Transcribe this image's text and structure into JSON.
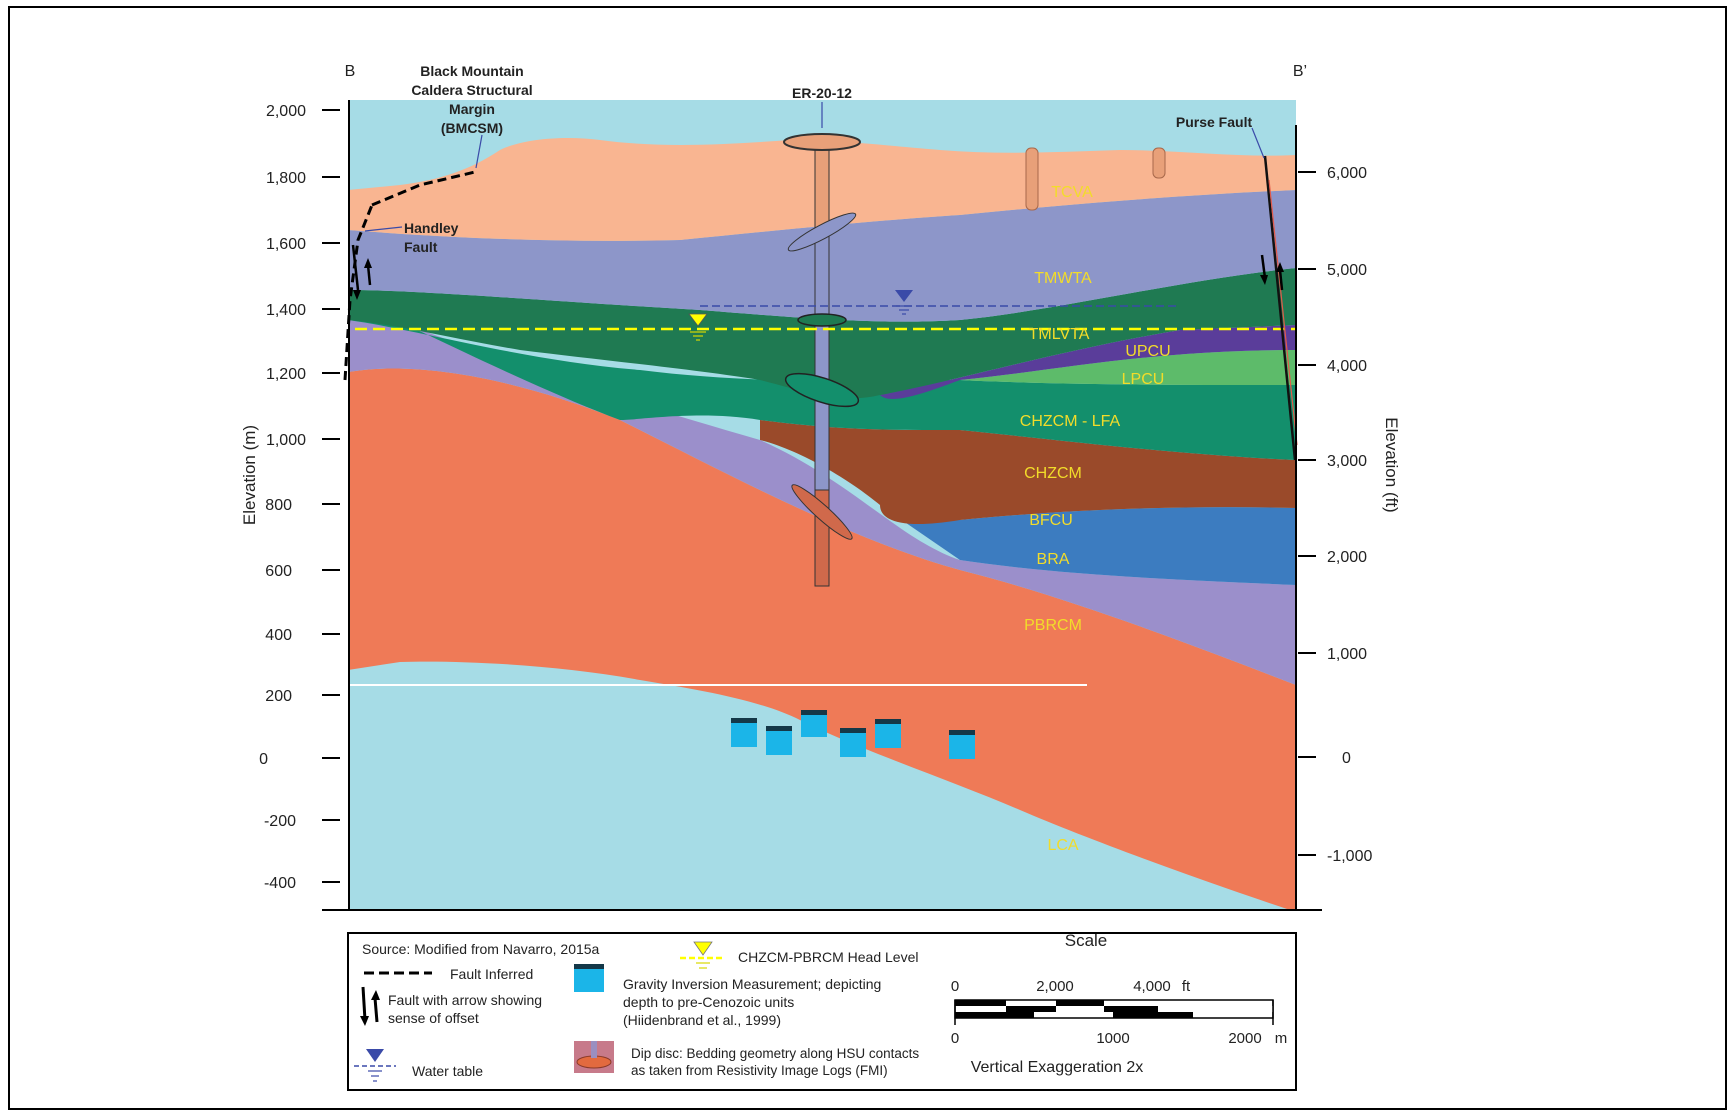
{
  "section": {
    "left_label": "B",
    "right_label": "B’",
    "left_axis_label": "Elevation (m)",
    "right_axis_label": "Elevation (ft)",
    "left_ticks": [
      "2,000",
      "1,800",
      "1,600",
      "1,400",
      "1,200",
      "1,000",
      "800",
      "600",
      "400",
      "200",
      "0",
      "-200",
      "-400"
    ],
    "right_ticks": [
      "6,000",
      "5,000",
      "4,000",
      "3,000",
      "2,000",
      "1,000",
      "0",
      "-1,000"
    ]
  },
  "annotations": {
    "bmcsm_line1": "Black Mountain",
    "bmcsm_line2": "Caldera Structural",
    "bmcsm_line3": "Margin",
    "bmcsm_line4": "(BMCSM)",
    "handley_line1": "Handley",
    "handley_line2": "Fault",
    "well": "ER-20-12",
    "purse_fault": "Purse Fault"
  },
  "units": {
    "tcva": "TCVA",
    "tmwta": "TMWTA",
    "tmlvta": "TMLVTA",
    "upcu": "UPCU",
    "lpcu": "LPCU",
    "chzcm_lfa": "CHZCM - LFA",
    "chzcm": "CHZCM",
    "bfcu": "BFCU",
    "bra": "BRA",
    "pbrcm": "PBRCM",
    "lca": "LCA"
  },
  "legend": {
    "source": "Source: Modified from Navarro, 2015a",
    "fault_inferred": "Fault Inferred",
    "fault_arrow_line1": "Fault with arrow showing",
    "fault_arrow_line2": "sense of offset",
    "water_table": "Water table",
    "head_level": "CHZCM-PBRCM Head Level",
    "gravity_line1": "Gravity Inversion Measurement; depicting",
    "gravity_line2": "depth to pre-Cenozoic units",
    "gravity_line3": "(Hiidenbrand et al., 1999)",
    "dip_line1": "Dip disc: Bedding geometry along HSU contacts",
    "dip_line2": "as taken from Resistivity Image Logs (FMI)"
  },
  "scale": {
    "title": "Scale",
    "ft_ticks": [
      "0",
      "2,000",
      "4,000"
    ],
    "ft_unit": "ft",
    "m_ticks": [
      "0",
      "1000",
      "2000"
    ],
    "m_unit": "m",
    "exaggeration": "Vertical Exaggeration 2x"
  },
  "colors": {
    "tcva": "#f9b591",
    "tmwta": "#8d96c9",
    "tmlvta": "#1f7a52",
    "upcu": "#5a3d9a",
    "lpcu": "#5dbb6a",
    "chzcm_lfa": "#138f6c",
    "chzcm": "#9a4a2a",
    "bfcu": "#3c7cc0",
    "bra": "#9b8fcb",
    "pbrcm": "#ef7a57",
    "lca": "#a6dce6",
    "unit_label": "#f2dc2a",
    "head_level": "#ffff00",
    "water_table": "#3a4aa8"
  }
}
